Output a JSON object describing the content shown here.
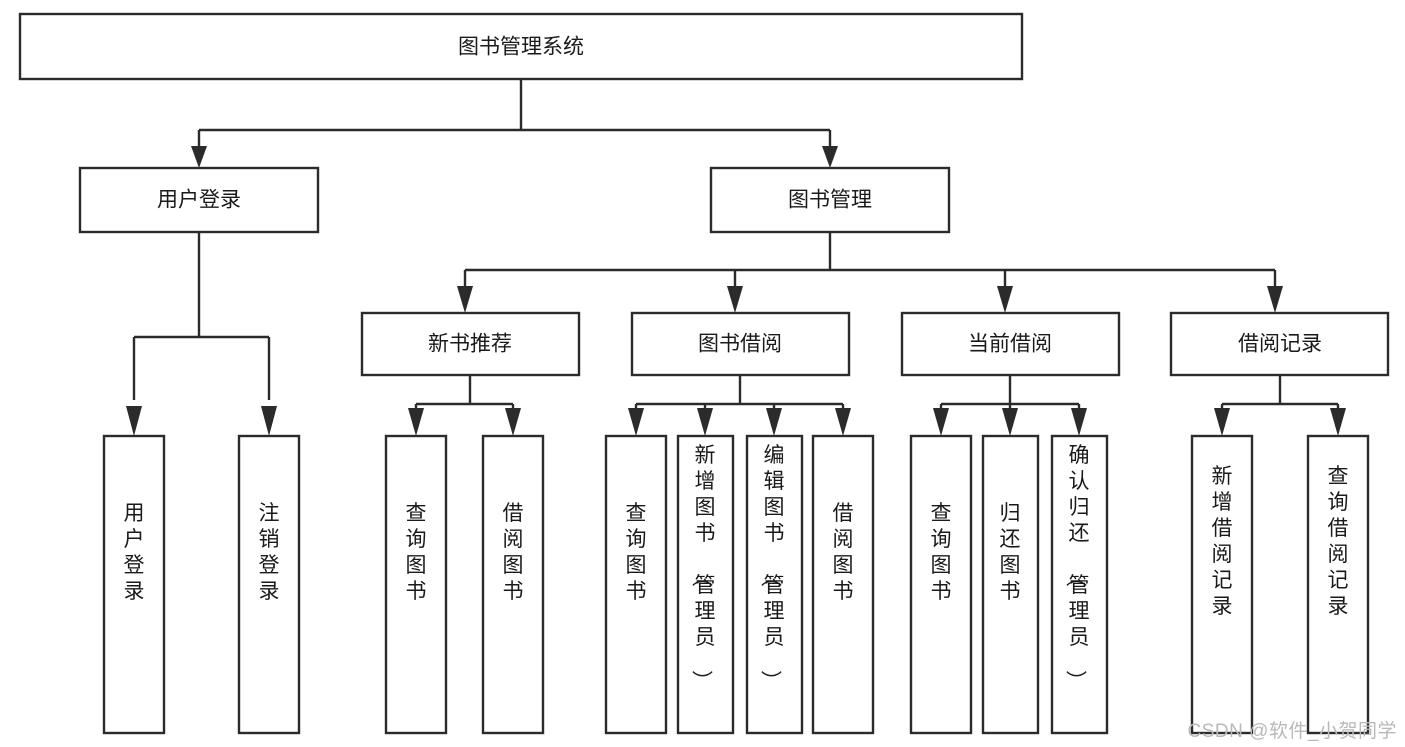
{
  "diagram": {
    "title": "图书管理系统",
    "type": "tree",
    "watermark": "CSDN @软件_小贺同学",
    "colors": {
      "box_fill": "#ffffff",
      "box_stroke": "#2b2b2b",
      "text": "#1a1a1a",
      "watermark": "#b9b9b9",
      "background": "#ffffff"
    },
    "root": {
      "label": "图书管理系统"
    },
    "level2": [
      {
        "label": "用户登录"
      },
      {
        "label": "图书管理"
      }
    ],
    "level3": [
      {
        "label": "新书推荐"
      },
      {
        "label": "图书借阅"
      },
      {
        "label": "当前借阅"
      },
      {
        "label": "借阅记录"
      }
    ],
    "leaves": {
      "user_login": [
        {
          "label": "用户登录"
        },
        {
          "label": "注销登录"
        }
      ],
      "new_book_recommend": [
        {
          "label": "查询图书"
        },
        {
          "label": "借阅图书"
        }
      ],
      "book_borrow": [
        {
          "label": "查询图书"
        },
        {
          "label": "新增图书（管理员）"
        },
        {
          "label": "编辑图书（管理员）"
        },
        {
          "label": "借阅图书"
        }
      ],
      "current_borrow": [
        {
          "label": "查询图书"
        },
        {
          "label": "归还图书"
        },
        {
          "label": "确认归还（管理员）"
        }
      ],
      "borrow_record": [
        {
          "label": "新增借阅记录"
        },
        {
          "label": "查询借阅记录"
        }
      ]
    }
  }
}
